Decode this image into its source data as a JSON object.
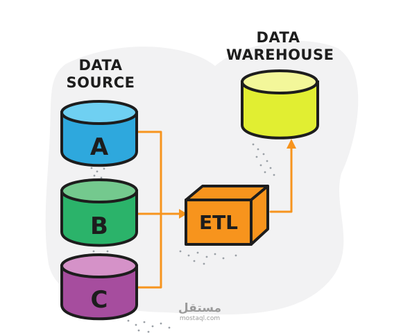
{
  "labels": {
    "source_line1": "DATA",
    "source_line2": "SOURCE",
    "warehouse_line1": "DATA",
    "warehouse_line2": "WAREHOUSE"
  },
  "sources": [
    {
      "letter": "A",
      "color": "#2ea8dd",
      "top_color": "#6fd0f2"
    },
    {
      "letter": "B",
      "color": "#2bb36a",
      "top_color": "#74c98e"
    },
    {
      "letter": "C",
      "color": "#a64d9e",
      "top_color": "#d592c8"
    }
  ],
  "etl": {
    "label": "ETL",
    "color": "#f7941d"
  },
  "warehouse": {
    "color": "#e1ee32",
    "top_color": "#f3f79a"
  },
  "arrow_color": "#f7941d",
  "watermark": {
    "arabic": "مستقل",
    "latin": "mostaql.com"
  }
}
